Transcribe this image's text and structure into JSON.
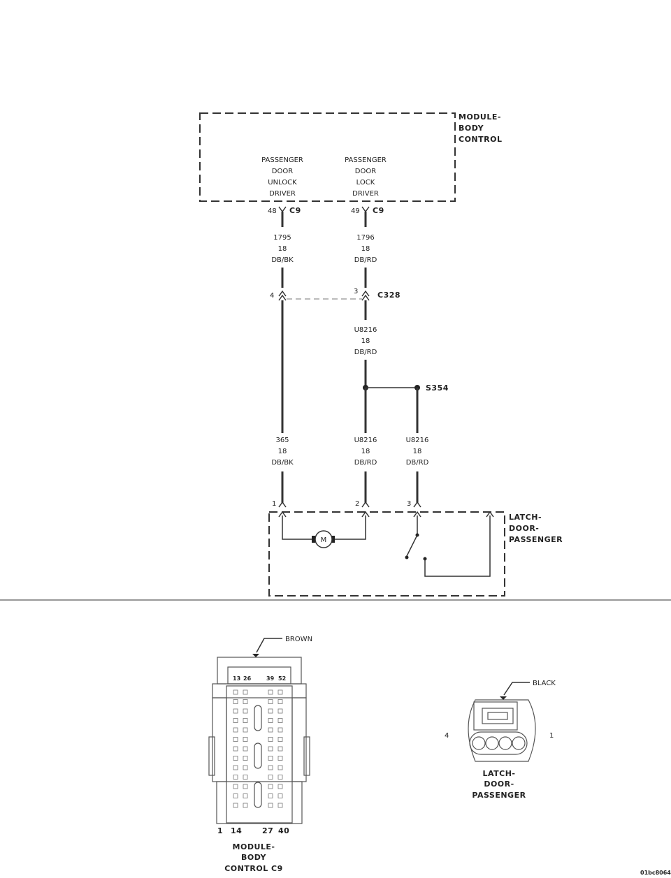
{
  "module": {
    "title": [
      "MODULE-",
      "BODY",
      "CONTROL"
    ],
    "circuits": [
      {
        "lines": [
          "PASSENGER",
          "DOOR",
          "UNLOCK",
          "DRIVER"
        ],
        "pin": "48",
        "connector": "C9"
      },
      {
        "lines": [
          "PASSENGER",
          "DOOR",
          "LOCK",
          "DRIVER"
        ],
        "pin": "49",
        "connector": "C9"
      }
    ]
  },
  "wires_upper": [
    {
      "circuit": "1795",
      "gauge": "18",
      "color": "DB/BK"
    },
    {
      "circuit": "1796",
      "gauge": "18",
      "color": "DB/RD"
    }
  ],
  "inline_connector": {
    "name": "C328",
    "pin_left": "4",
    "pin_right": "3"
  },
  "wire_mid": {
    "circuit": "U8216",
    "gauge": "18",
    "color": "DB/RD"
  },
  "splice": {
    "name": "S354"
  },
  "wires_lower": [
    {
      "circuit": "365",
      "gauge": "18",
      "color": "DB/BK"
    },
    {
      "circuit": "U8216",
      "gauge": "18",
      "color": "DB/RD"
    },
    {
      "circuit": "U8216",
      "gauge": "18",
      "color": "DB/RD"
    }
  ],
  "latch": {
    "title": [
      "LATCH-",
      "DOOR-",
      "PASSENGER"
    ],
    "pins": [
      "1",
      "2",
      "3"
    ],
    "motor_label": "M"
  },
  "connector_c9": {
    "color_label": "BROWN",
    "top_pins": [
      "13",
      "26",
      "39",
      "52"
    ],
    "bottom_pins": [
      "1",
      "14",
      "27",
      "40"
    ],
    "title": [
      "MODULE-",
      "BODY",
      "CONTROL C9"
    ]
  },
  "connector_latch": {
    "color_label": "BLACK",
    "pin_left": "4",
    "pin_right": "1",
    "title": [
      "LATCH-",
      "DOOR-",
      "PASSENGER"
    ]
  },
  "figure_id": "01bc8064"
}
